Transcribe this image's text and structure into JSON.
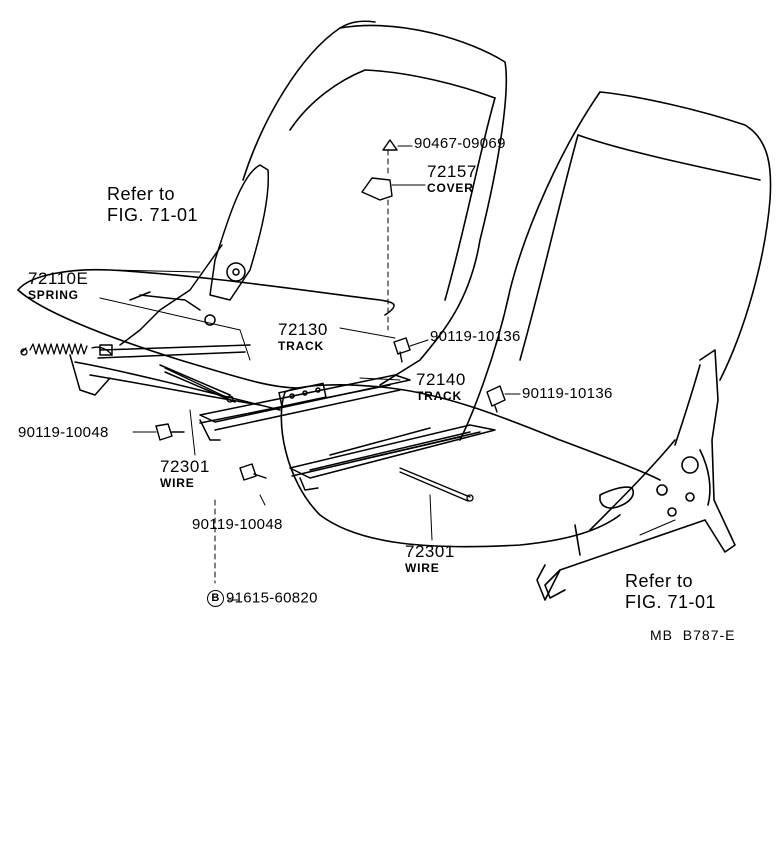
{
  "refs": {
    "left": [
      "Refer to",
      "FIG. 71-01"
    ],
    "right": [
      "Refer to",
      "FIG. 71-01"
    ]
  },
  "parts": {
    "p90467": {
      "number": "90467-09069"
    },
    "p72157": {
      "number": "72157",
      "name": "COVER"
    },
    "p72110E": {
      "number": "72110E",
      "name": "SPRING"
    },
    "p72130": {
      "number": "72130",
      "name": "TRACK"
    },
    "p90119_a": {
      "number": "90119-10136"
    },
    "p72140": {
      "number": "72140",
      "name": "TRACK"
    },
    "p90119_b": {
      "number": "90119-10136"
    },
    "p90119_c": {
      "number": "90119-10048"
    },
    "p72301_a": {
      "number": "72301",
      "name": "WIRE"
    },
    "p90119_d": {
      "number": "90119-10048"
    },
    "p72301_b": {
      "number": "72301",
      "name": "WIRE"
    },
    "p91615": {
      "marker": "B",
      "number": "91615-60820"
    }
  },
  "code": "MB  B787-E"
}
